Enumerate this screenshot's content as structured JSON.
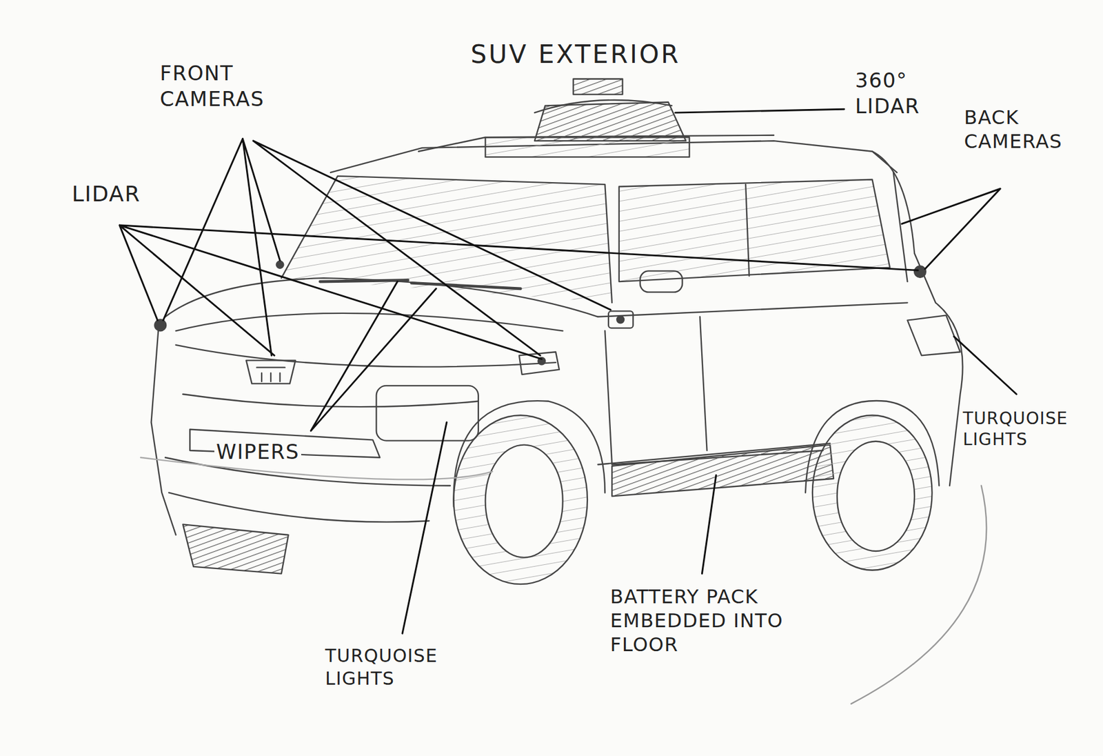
{
  "diagram": {
    "title": "SUV EXTERIOR",
    "labels": [
      "FRONT CAMERAS",
      "LIDAR",
      "360° LIDAR",
      "BACK CAMERAS",
      "WIPERS",
      "TURQUOISE LIGHTS",
      "BATTERY PACK EMBEDDED INTO FLOOR",
      "TURQUOISE LIGHTS"
    ]
  }
}
